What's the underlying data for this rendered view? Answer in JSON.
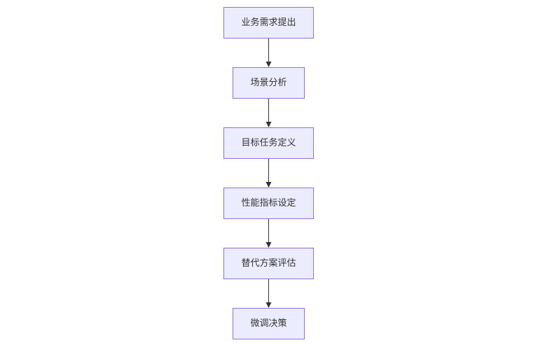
{
  "diagram": {
    "type": "flowchart",
    "direction": "top-to-bottom",
    "colors": {
      "node_fill": "#ECECFF",
      "node_border": "#9370DB",
      "edge": "#333333",
      "text": "#333333"
    },
    "nodes": [
      {
        "id": "n1",
        "label": "业务需求提出"
      },
      {
        "id": "n2",
        "label": "场景分析"
      },
      {
        "id": "n3",
        "label": "目标任务定义"
      },
      {
        "id": "n4",
        "label": "性能指标设定"
      },
      {
        "id": "n5",
        "label": "替代方案评估"
      },
      {
        "id": "n6",
        "label": "微调决策"
      }
    ],
    "edges": [
      {
        "from": "n1",
        "to": "n2"
      },
      {
        "from": "n2",
        "to": "n3"
      },
      {
        "from": "n3",
        "to": "n4"
      },
      {
        "from": "n4",
        "to": "n5"
      },
      {
        "from": "n5",
        "to": "n6"
      }
    ]
  }
}
